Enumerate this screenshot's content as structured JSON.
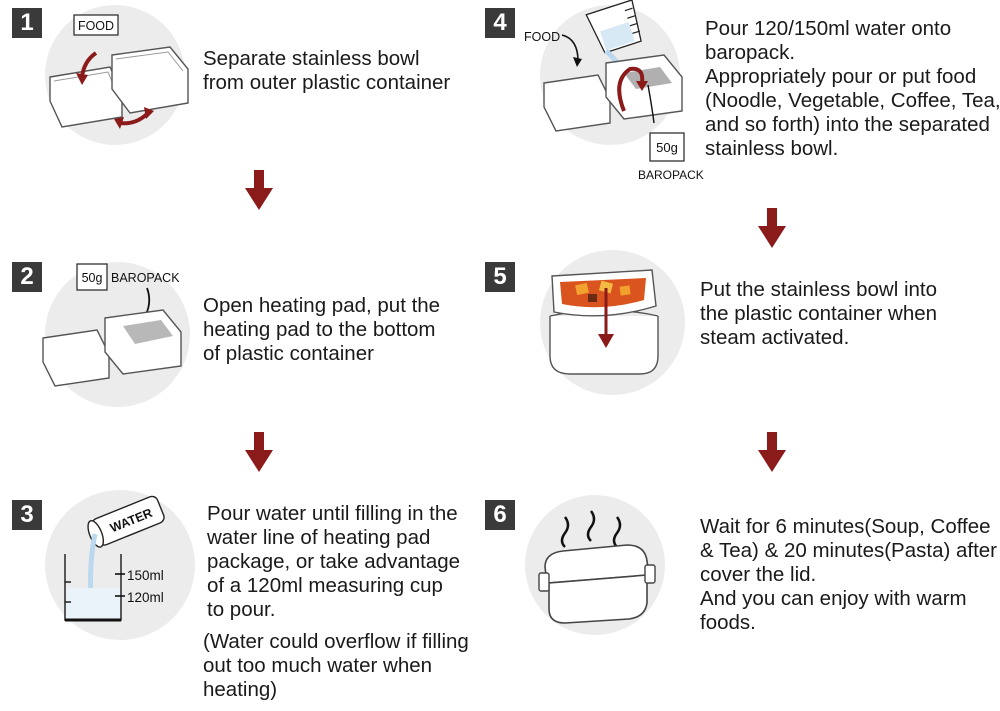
{
  "steps": [
    {
      "number": "1",
      "lines": [
        "Separate stainless bowl",
        "from outer plastic container"
      ],
      "labels": {
        "food": "FOOD"
      }
    },
    {
      "number": "2",
      "lines": [
        "Open heating pad, put the",
        "heating pad to the bottom",
        "of plastic container"
      ],
      "labels": {
        "weight": "50g",
        "pack": "BAROPACK"
      }
    },
    {
      "number": "3",
      "lines": [
        "Pour water until filling in the",
        "water line of heating pad",
        "package, or take advantage",
        "of a 120ml measuring cup",
        "to pour."
      ],
      "note_lines": [
        "(Water could overflow if filling",
        "out too much water when",
        "heating)"
      ],
      "labels": {
        "water": "WATER",
        "line_150": "150ml",
        "line_120": "120ml"
      }
    },
    {
      "number": "4",
      "lines": [
        "Pour 120/150ml water onto",
        "baropack.",
        "Appropriately pour or put food",
        "(Noodle, Vegetable, Coffee, Tea,",
        " and so forth) into the separated",
        "stainless bowl."
      ],
      "labels": {
        "food": "FOOD",
        "weight": "50g",
        "pack": "BAROPACK"
      }
    },
    {
      "number": "5",
      "lines": [
        "Put the stainless bowl into",
        "the plastic container when",
        "steam activated."
      ]
    },
    {
      "number": "6",
      "lines": [
        "Wait for 6 minutes(Soup, Coffee",
        "& Tea) & 20 minutes(Pasta) after",
        "cover the lid.",
        "And you can enjoy with warm",
        "foods."
      ]
    }
  ],
  "colors": {
    "arrow": "#8b1a1a",
    "badge": "#3a3a3a",
    "circle": "#ececec",
    "food": "#d9541e"
  }
}
